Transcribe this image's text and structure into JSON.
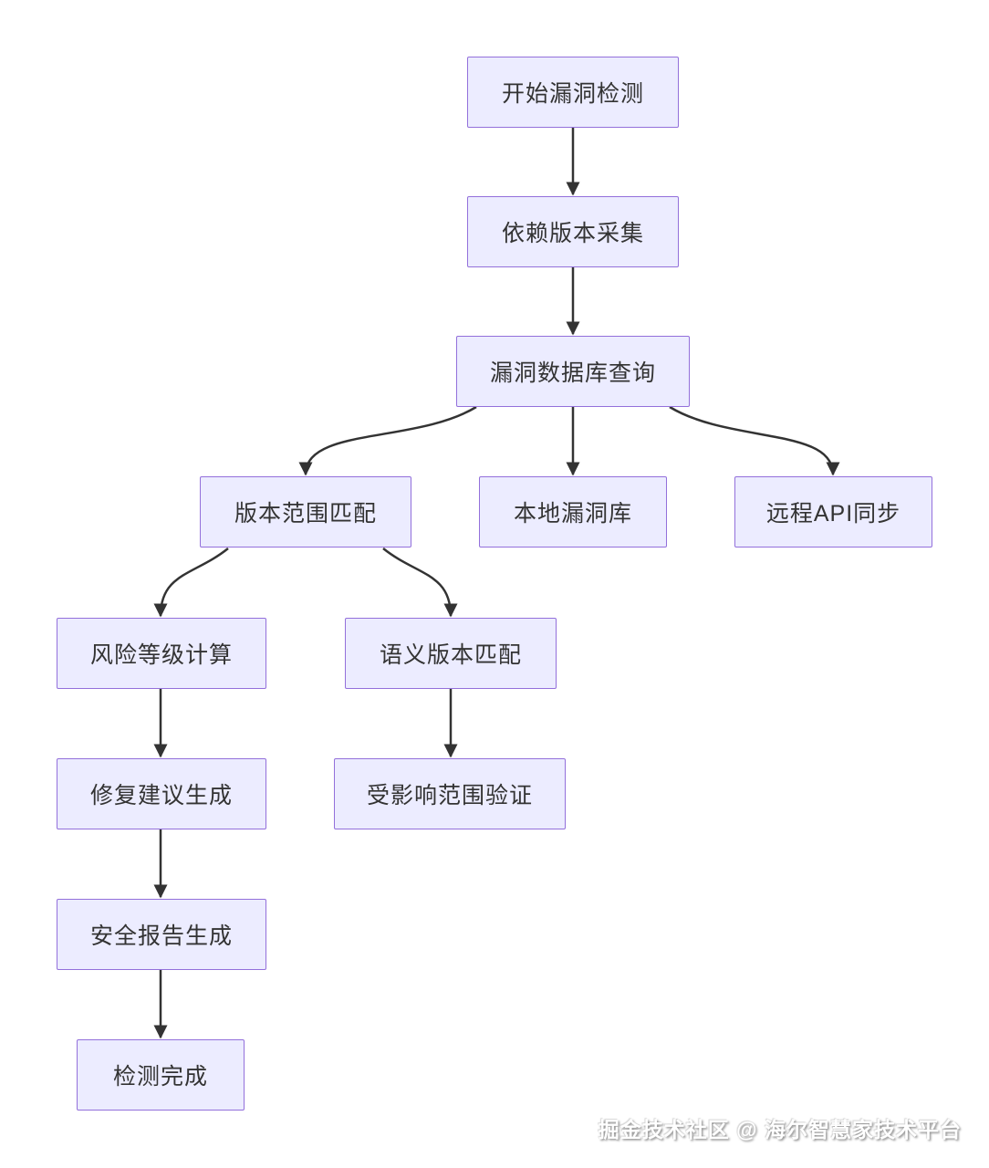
{
  "diagram": {
    "type": "flowchart",
    "direction": "top-down",
    "nodes": [
      {
        "id": "start",
        "label": "开始漏洞检测"
      },
      {
        "id": "collect",
        "label": "依赖版本采集"
      },
      {
        "id": "query",
        "label": "漏洞数据库查询"
      },
      {
        "id": "range",
        "label": "版本范围匹配"
      },
      {
        "id": "localdb",
        "label": "本地漏洞库"
      },
      {
        "id": "remote",
        "label": "远程API同步"
      },
      {
        "id": "risk",
        "label": "风险等级计算"
      },
      {
        "id": "semver",
        "label": "语义版本匹配"
      },
      {
        "id": "fix",
        "label": "修复建议生成"
      },
      {
        "id": "affected",
        "label": "受影响范围验证"
      },
      {
        "id": "report",
        "label": "安全报告生成"
      },
      {
        "id": "done",
        "label": "检测完成"
      }
    ],
    "edges": [
      {
        "from": "开始漏洞检测",
        "to": "依赖版本采集"
      },
      {
        "from": "依赖版本采集",
        "to": "漏洞数据库查询"
      },
      {
        "from": "漏洞数据库查询",
        "to": "版本范围匹配"
      },
      {
        "from": "漏洞数据库查询",
        "to": "本地漏洞库"
      },
      {
        "from": "漏洞数据库查询",
        "to": "远程API同步"
      },
      {
        "from": "版本范围匹配",
        "to": "风险等级计算"
      },
      {
        "from": "版本范围匹配",
        "to": "语义版本匹配"
      },
      {
        "from": "风险等级计算",
        "to": "修复建议生成"
      },
      {
        "from": "语义版本匹配",
        "to": "受影响范围验证"
      },
      {
        "from": "修复建议生成",
        "to": "安全报告生成"
      },
      {
        "from": "安全报告生成",
        "to": "检测完成"
      }
    ]
  },
  "watermark": {
    "text": "掘金技术社区 @ 海尔智慧家技术平台"
  },
  "colors": {
    "node_fill": "#ECECFF",
    "node_border": "#9370DB",
    "node_text": "#333333",
    "edge": "#333333",
    "background": "#FFFFFF"
  }
}
